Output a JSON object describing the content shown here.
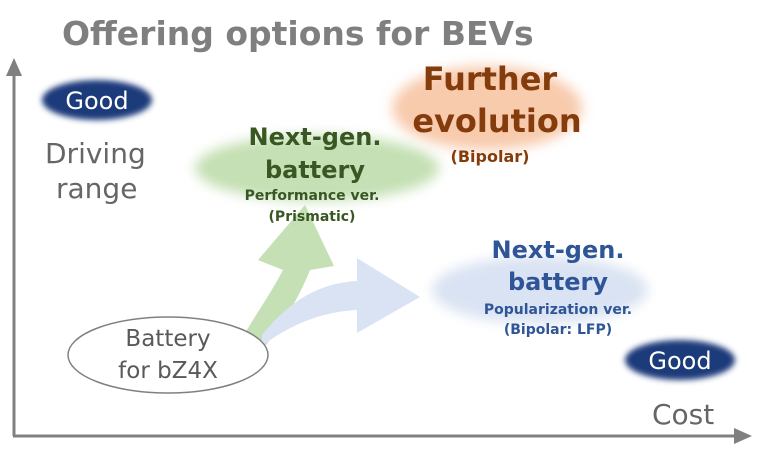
{
  "title": "Offering options for BEVs",
  "axes": {
    "y_good": "Good",
    "y_label_line1": "Driving",
    "y_label_line2": "range",
    "x_good": "Good",
    "x_label": "Cost"
  },
  "current": {
    "line1": "Battery",
    "line2": "for bZ4X"
  },
  "performance": {
    "line1": "Next-gen.",
    "line2": "battery",
    "line3": "Performance ver.",
    "line4": "(Prismatic)"
  },
  "popularization": {
    "line1": "Next-gen.",
    "line2": "battery",
    "line3": "Popularization ver.",
    "line4": "(Bipolar: LFP)"
  },
  "further": {
    "line1": "Further",
    "line2": "evolution",
    "line3": "(Bipolar)"
  },
  "colors": {
    "green": "#385723",
    "blue": "#2f5597",
    "orange": "#843c0c",
    "navy": "#1f3a7a",
    "gray": "#7f7f7f"
  }
}
